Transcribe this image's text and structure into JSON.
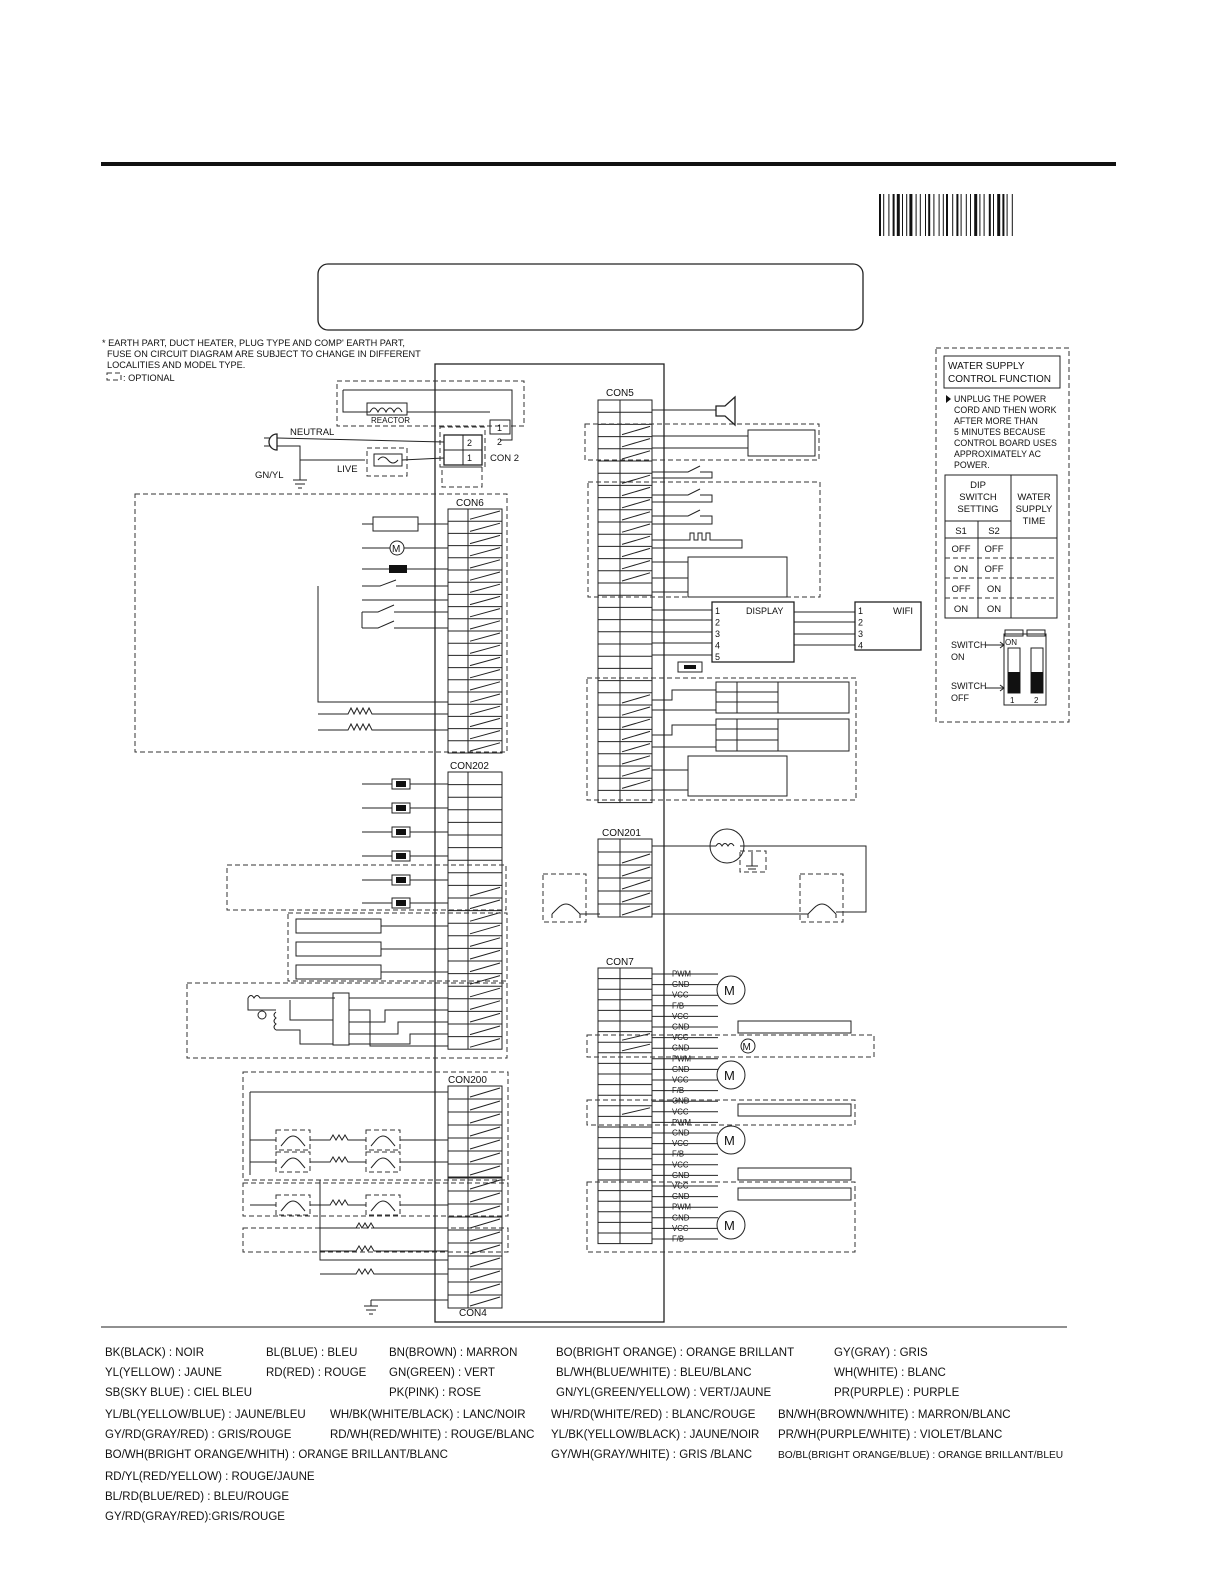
{
  "header": {
    "title_box_text": ""
  },
  "notes": {
    "line1": "* EARTH PART, DUCT HEATER, PLUG TYPE AND COMP' EARTH PART,",
    "line2": "FUSE ON CIRCUIT DIAGRAM ARE SUBJECT TO CHANGE IN DIFFERENT",
    "line3": "LOCALITIES AND MODEL TYPE.",
    "optional": ": OPTIONAL"
  },
  "labels": {
    "reactor": "REACTOR",
    "neutral": "NEUTRAL",
    "live": "LIVE",
    "gnyl": "GN/YL",
    "con2": "CON 2",
    "con2_pin1": "1",
    "con2_pin2": "2",
    "con6": "CON6",
    "con202": "CON202",
    "con200": "CON200",
    "con4": "CON4",
    "con5": "CON5",
    "con201": "CON201",
    "con7": "CON7",
    "display": "DISPLAY",
    "wifi": "WIFI",
    "motor": "M"
  },
  "display_pins": [
    "1",
    "2",
    "3",
    "4",
    "5"
  ],
  "wifi_pins": [
    "1",
    "2",
    "3",
    "4"
  ],
  "con7_signals": [
    "PWM",
    "GND",
    "VCC",
    "F/B",
    "VCC",
    "GND",
    "VCC",
    "GND",
    "PWM",
    "GND",
    "VCC",
    "F/B",
    "GND",
    "VCC",
    "PWM",
    "GND",
    "VCC",
    "F/B",
    "VCC",
    "GND",
    "VCC",
    "GND",
    "PWM",
    "GND",
    "VCC",
    "F/B"
  ],
  "water_panel": {
    "title_line1": "WATER SUPPLY",
    "title_line2": "CONTROL FUNCTION",
    "note_lines": [
      "UNPLUG THE POWER",
      "CORD AND THEN WORK",
      "AFTER MORE THAN",
      "5 MINUTES BECAUSE",
      "CONTROL BOARD USES",
      "APPROXIMATELY AC",
      "POWER."
    ],
    "dip_header": [
      "DIP",
      "SWITCH",
      "SETTING"
    ],
    "supply_header": [
      "WATER",
      "SUPPLY",
      "TIME"
    ],
    "col_s1": "S1",
    "col_s2": "S2",
    "rows": [
      [
        "OFF",
        "OFF"
      ],
      [
        "ON",
        "OFF"
      ],
      [
        "OFF",
        "ON"
      ],
      [
        "ON",
        "ON"
      ]
    ],
    "switch_on": [
      "SWITCH",
      "ON"
    ],
    "switch_off": [
      "SWITCH",
      "OFF"
    ],
    "switch_top_label": "ON",
    "switch_nums": [
      "1",
      "2"
    ]
  },
  "legend": {
    "row1": [
      "BK(BLACK) : NOIR",
      "BL(BLUE) : BLEU",
      "BN(BROWN) : MARRON",
      "BO(BRIGHT ORANGE) : ORANGE BRILLANT",
      "GY(GRAY) : GRIS"
    ],
    "row2": [
      "YL(YELLOW) : JAUNE",
      "RD(RED) : ROUGE",
      "GN(GREEN) : VERT",
      "BL/WH(BLUE/WHITE) : BLEU/BLANC",
      "WH(WHITE) : BLANC"
    ],
    "row3": [
      "SB(SKY BLUE) : CIEL BLEU",
      "PK(PINK) : ROSE",
      "GN/YL(GREEN/YELLOW) : VERT/JAUNE",
      "PR(PURPLE) : PURPLE"
    ],
    "row4": [
      "YL/BL(YELLOW/BLUE) : JAUNE/BLEU",
      "WH/BK(WHITE/BLACK) : LANC/NOIR",
      "WH/RD(WHITE/RED) : BLANC/ROUGE",
      "BN/WH(BROWN/WHITE) : MARRON/BLANC"
    ],
    "row5": [
      "GY/RD(GRAY/RED) : GRIS/ROUGE",
      "RD/WH(RED/WHITE) : ROUGE/BLANC",
      "YL/BK(YELLOW/BLACK) : JAUNE/NOIR",
      "PR/WH(PURPLE/WHITE) : VIOLET/BLANC"
    ],
    "row6": [
      "BO/WH(BRIGHT ORANGE/WHITH) : ORANGE BRILLANT/BLANC",
      "GY/WH(GRAY/WHITE) : GRIS /BLANC",
      "BO/BL(BRIGHT ORANGE/BLUE) : ORANGE BRILLANT/BLEU"
    ],
    "row7": [
      "RD/YL(RED/YELLOW) : ROUGE/JAUNE"
    ],
    "row8": [
      "BL/RD(BLUE/RED) : BLEU/ROUGE"
    ],
    "row9": [
      "GY/RD(GRAY/RED):GRIS/ROUGE"
    ]
  }
}
